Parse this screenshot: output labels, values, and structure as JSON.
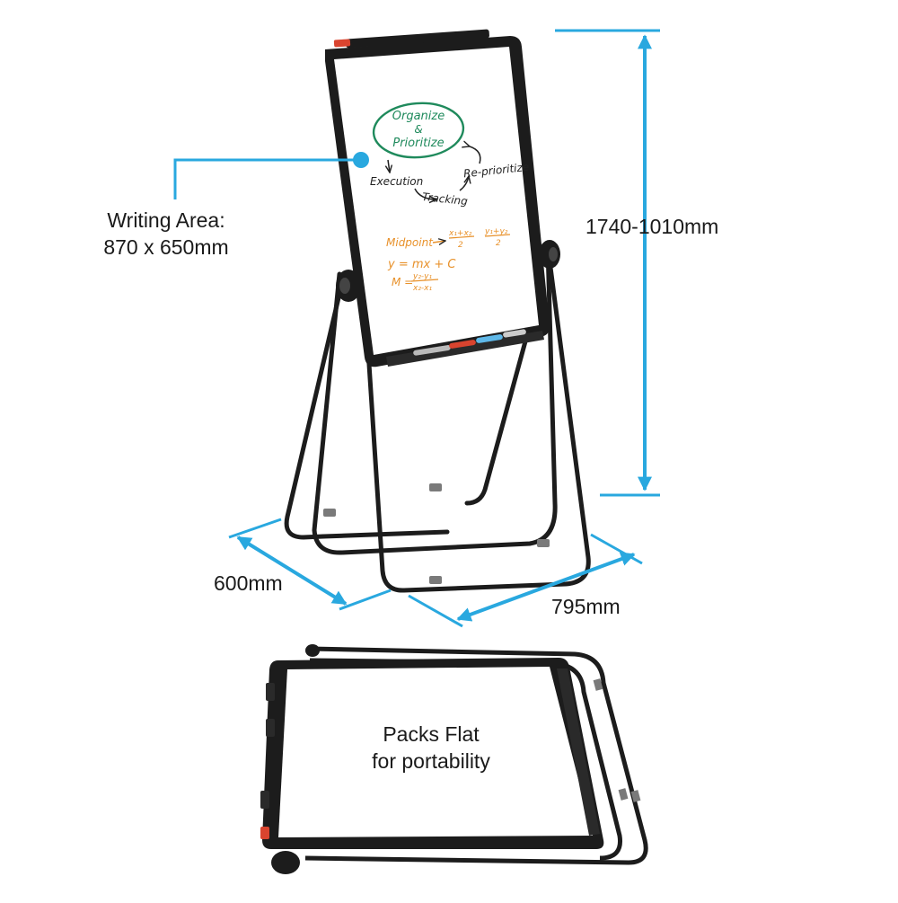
{
  "colors": {
    "dimension": "#29a8df",
    "frame": "#1c1c1c",
    "green_ink": "#1f8a5c",
    "black_ink": "#222222",
    "orange_ink": "#e8912a",
    "marker_red": "#d9442f",
    "marker_blue": "#5fb8e8"
  },
  "labels": {
    "writing_area_line1": "Writing Area:",
    "writing_area_line2": "870 x 650mm",
    "height": "1740-1010mm",
    "depth": "600mm",
    "width": "795mm",
    "packs_line1": "Packs Flat",
    "packs_line2": "for portability"
  },
  "board_writing": {
    "organize": "Organize",
    "amp": "&",
    "prioritize": "Prioritize",
    "execution": "Execution",
    "tracking": "Tracking",
    "reprioritize": "Re-prioritize",
    "midpoint": "Midpoint",
    "frac1_num": "x₁+x₂",
    "frac1_den": "2",
    "frac2_num": "y₁+y₂",
    "frac2_den": "2",
    "equation": "y = mx + C",
    "slope_m": "M =",
    "slope_num": "y₂-y₁",
    "slope_den": "x₂-x₁"
  }
}
